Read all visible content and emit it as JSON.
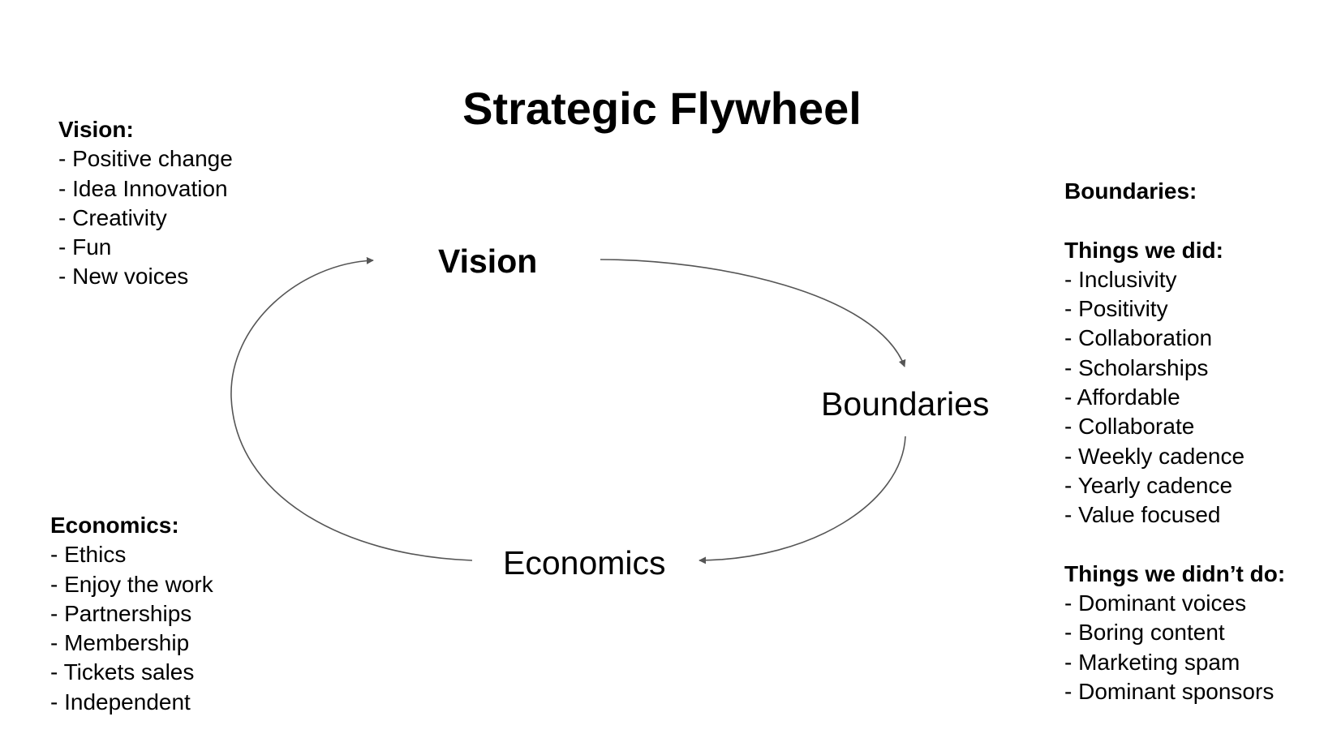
{
  "title": "Strategic Flywheel",
  "nodes": {
    "vision": "Vision",
    "boundaries": "Boundaries",
    "economics": "Economics"
  },
  "vision_panel": {
    "heading": "Vision:",
    "items": [
      "- Positive change",
      "- Idea Innovation",
      "- Creativity",
      "- Fun",
      "- New voices"
    ]
  },
  "economics_panel": {
    "heading": "Economics:",
    "items": [
      "- Ethics",
      "- Enjoy the work",
      "- Partnerships",
      "- Membership",
      "- Tickets sales",
      "- Independent"
    ]
  },
  "boundaries_panel": {
    "heading": "Boundaries:",
    "did_heading": "Things we did:",
    "did_items": [
      "- Inclusivity",
      "- Positivity",
      "- Collaboration",
      "- Scholarships",
      "- Affordable",
      "- Collaborate",
      "- Weekly cadence",
      "- Yearly cadence",
      "- Value focused"
    ],
    "didnt_heading": "Things we didn’t do:",
    "didnt_items": [
      "- Dominant voices",
      "- Boring content",
      "- Marketing spam",
      "- Dominant sponsors"
    ]
  },
  "colors": {
    "text": "#000000",
    "arrow": "#555555",
    "background": "#ffffff"
  }
}
